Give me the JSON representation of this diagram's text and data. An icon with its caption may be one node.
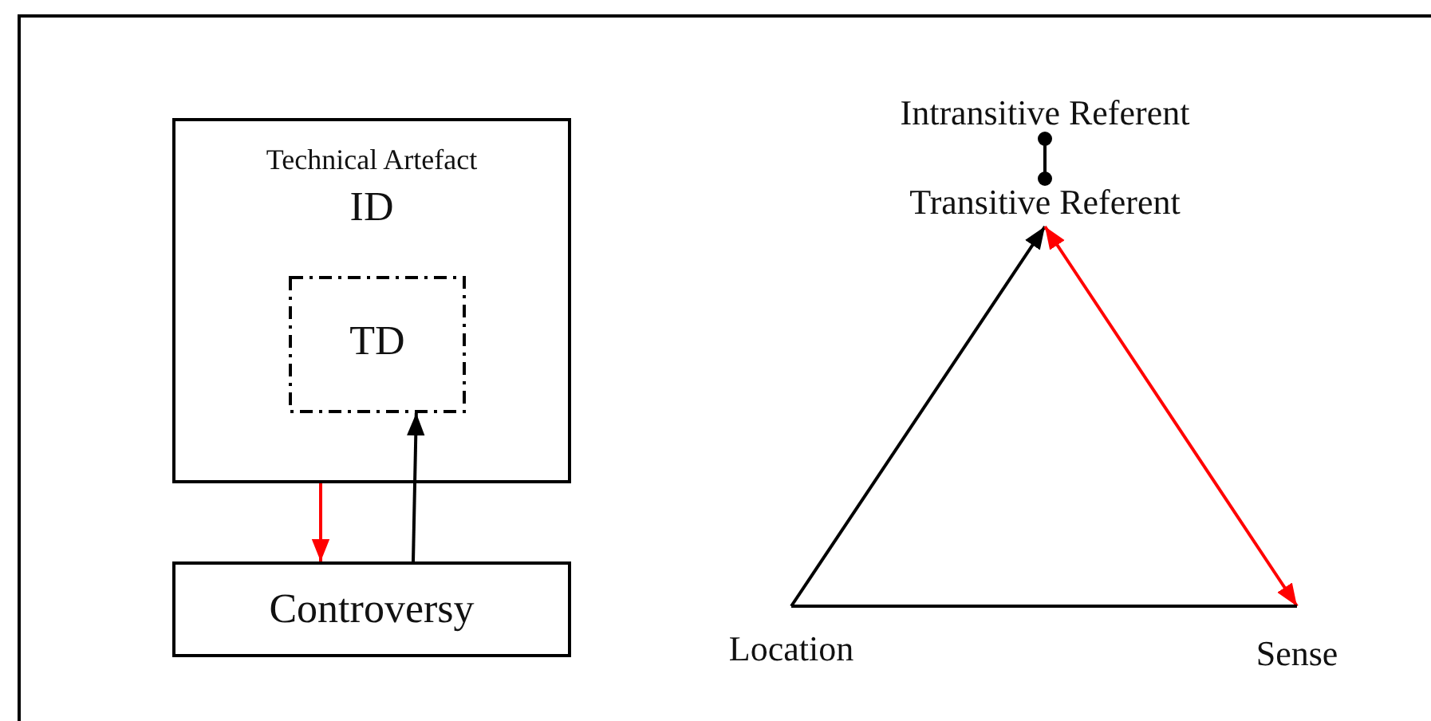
{
  "diagram": {
    "nodes": [
      {
        "text": [
          "Technical Artefact",
          "ID"
        ]
      },
      {
        "text": [
          "TD"
        ],
        "in": 0
      },
      {
        "text": [
          "Controversy"
        ]
      },
      {
        "text": [
          "Intransitive Referent"
        ]
      },
      {
        "text": [
          "Transitive Referent"
        ]
      },
      {
        "text": [
          "Location"
        ]
      },
      {
        "text": [
          "Sense"
        ]
      }
    ],
    "edges": [
      {
        "from": 0,
        "to": 2,
        "arrow": "to",
        "color": "#ff0000"
      },
      {
        "from": 2,
        "to": 1,
        "arrow": "to"
      },
      {
        "from": 3,
        "to": 4,
        "arrow": "other"
      },
      {
        "from": 5,
        "to": 4,
        "arrow": "to"
      },
      {
        "from": 4,
        "to": 6,
        "arrow": "both",
        "color": "#ff0000"
      },
      {
        "from": 5,
        "to": 6,
        "arrow": "none"
      }
    ]
  }
}
